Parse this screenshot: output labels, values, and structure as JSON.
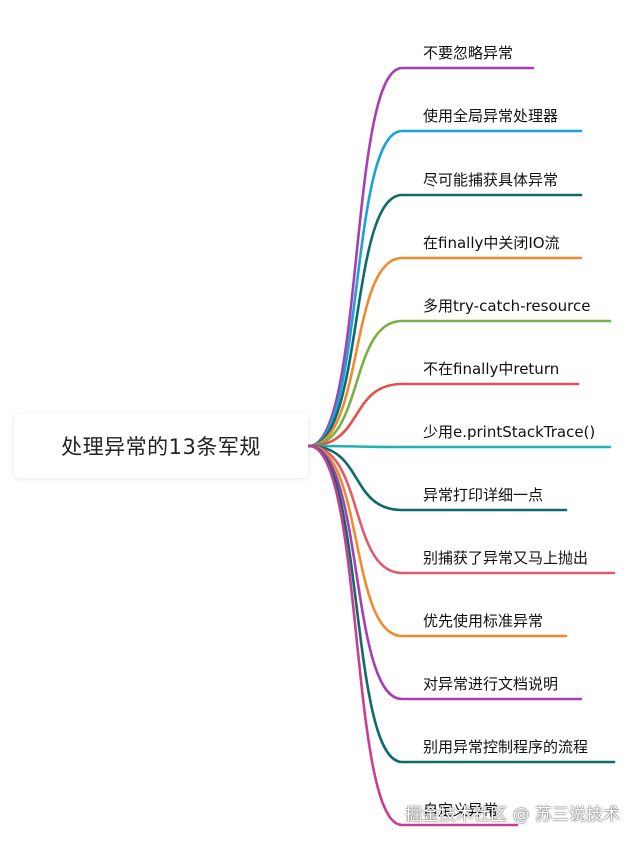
{
  "root": {
    "label": "处理异常的13条军规"
  },
  "branches": [
    {
      "label": "不要忽略异常",
      "color": "#a63fb3"
    },
    {
      "label": "使用全局异常处理器",
      "color": "#19a3d6"
    },
    {
      "label": "尽可能捕获具体异常",
      "color": "#0f6b6b"
    },
    {
      "label": "在finally中关闭IO流",
      "color": "#ef8a2e"
    },
    {
      "label": "多用try-catch-resource",
      "color": "#78b048"
    },
    {
      "label": "不在finally中return",
      "color": "#e2504f"
    },
    {
      "label": "少用e.printStackTrace()",
      "color": "#20b2b0"
    },
    {
      "label": "异常打印详细一点",
      "color": "#0f6b6b"
    },
    {
      "label": "别捕获了异常又马上抛出",
      "color": "#e45a6c"
    },
    {
      "label": "优先使用标准异常",
      "color": "#ef8a2e"
    },
    {
      "label": "对异常进行文档说明",
      "color": "#a63fb3"
    },
    {
      "label": "别用异常控制程序的流程",
      "color": "#0f6b6b"
    },
    {
      "label": "自定义异常",
      "color": "#c83e93"
    }
  ],
  "watermark": "掘金技术社区 @ 苏三说技术"
}
